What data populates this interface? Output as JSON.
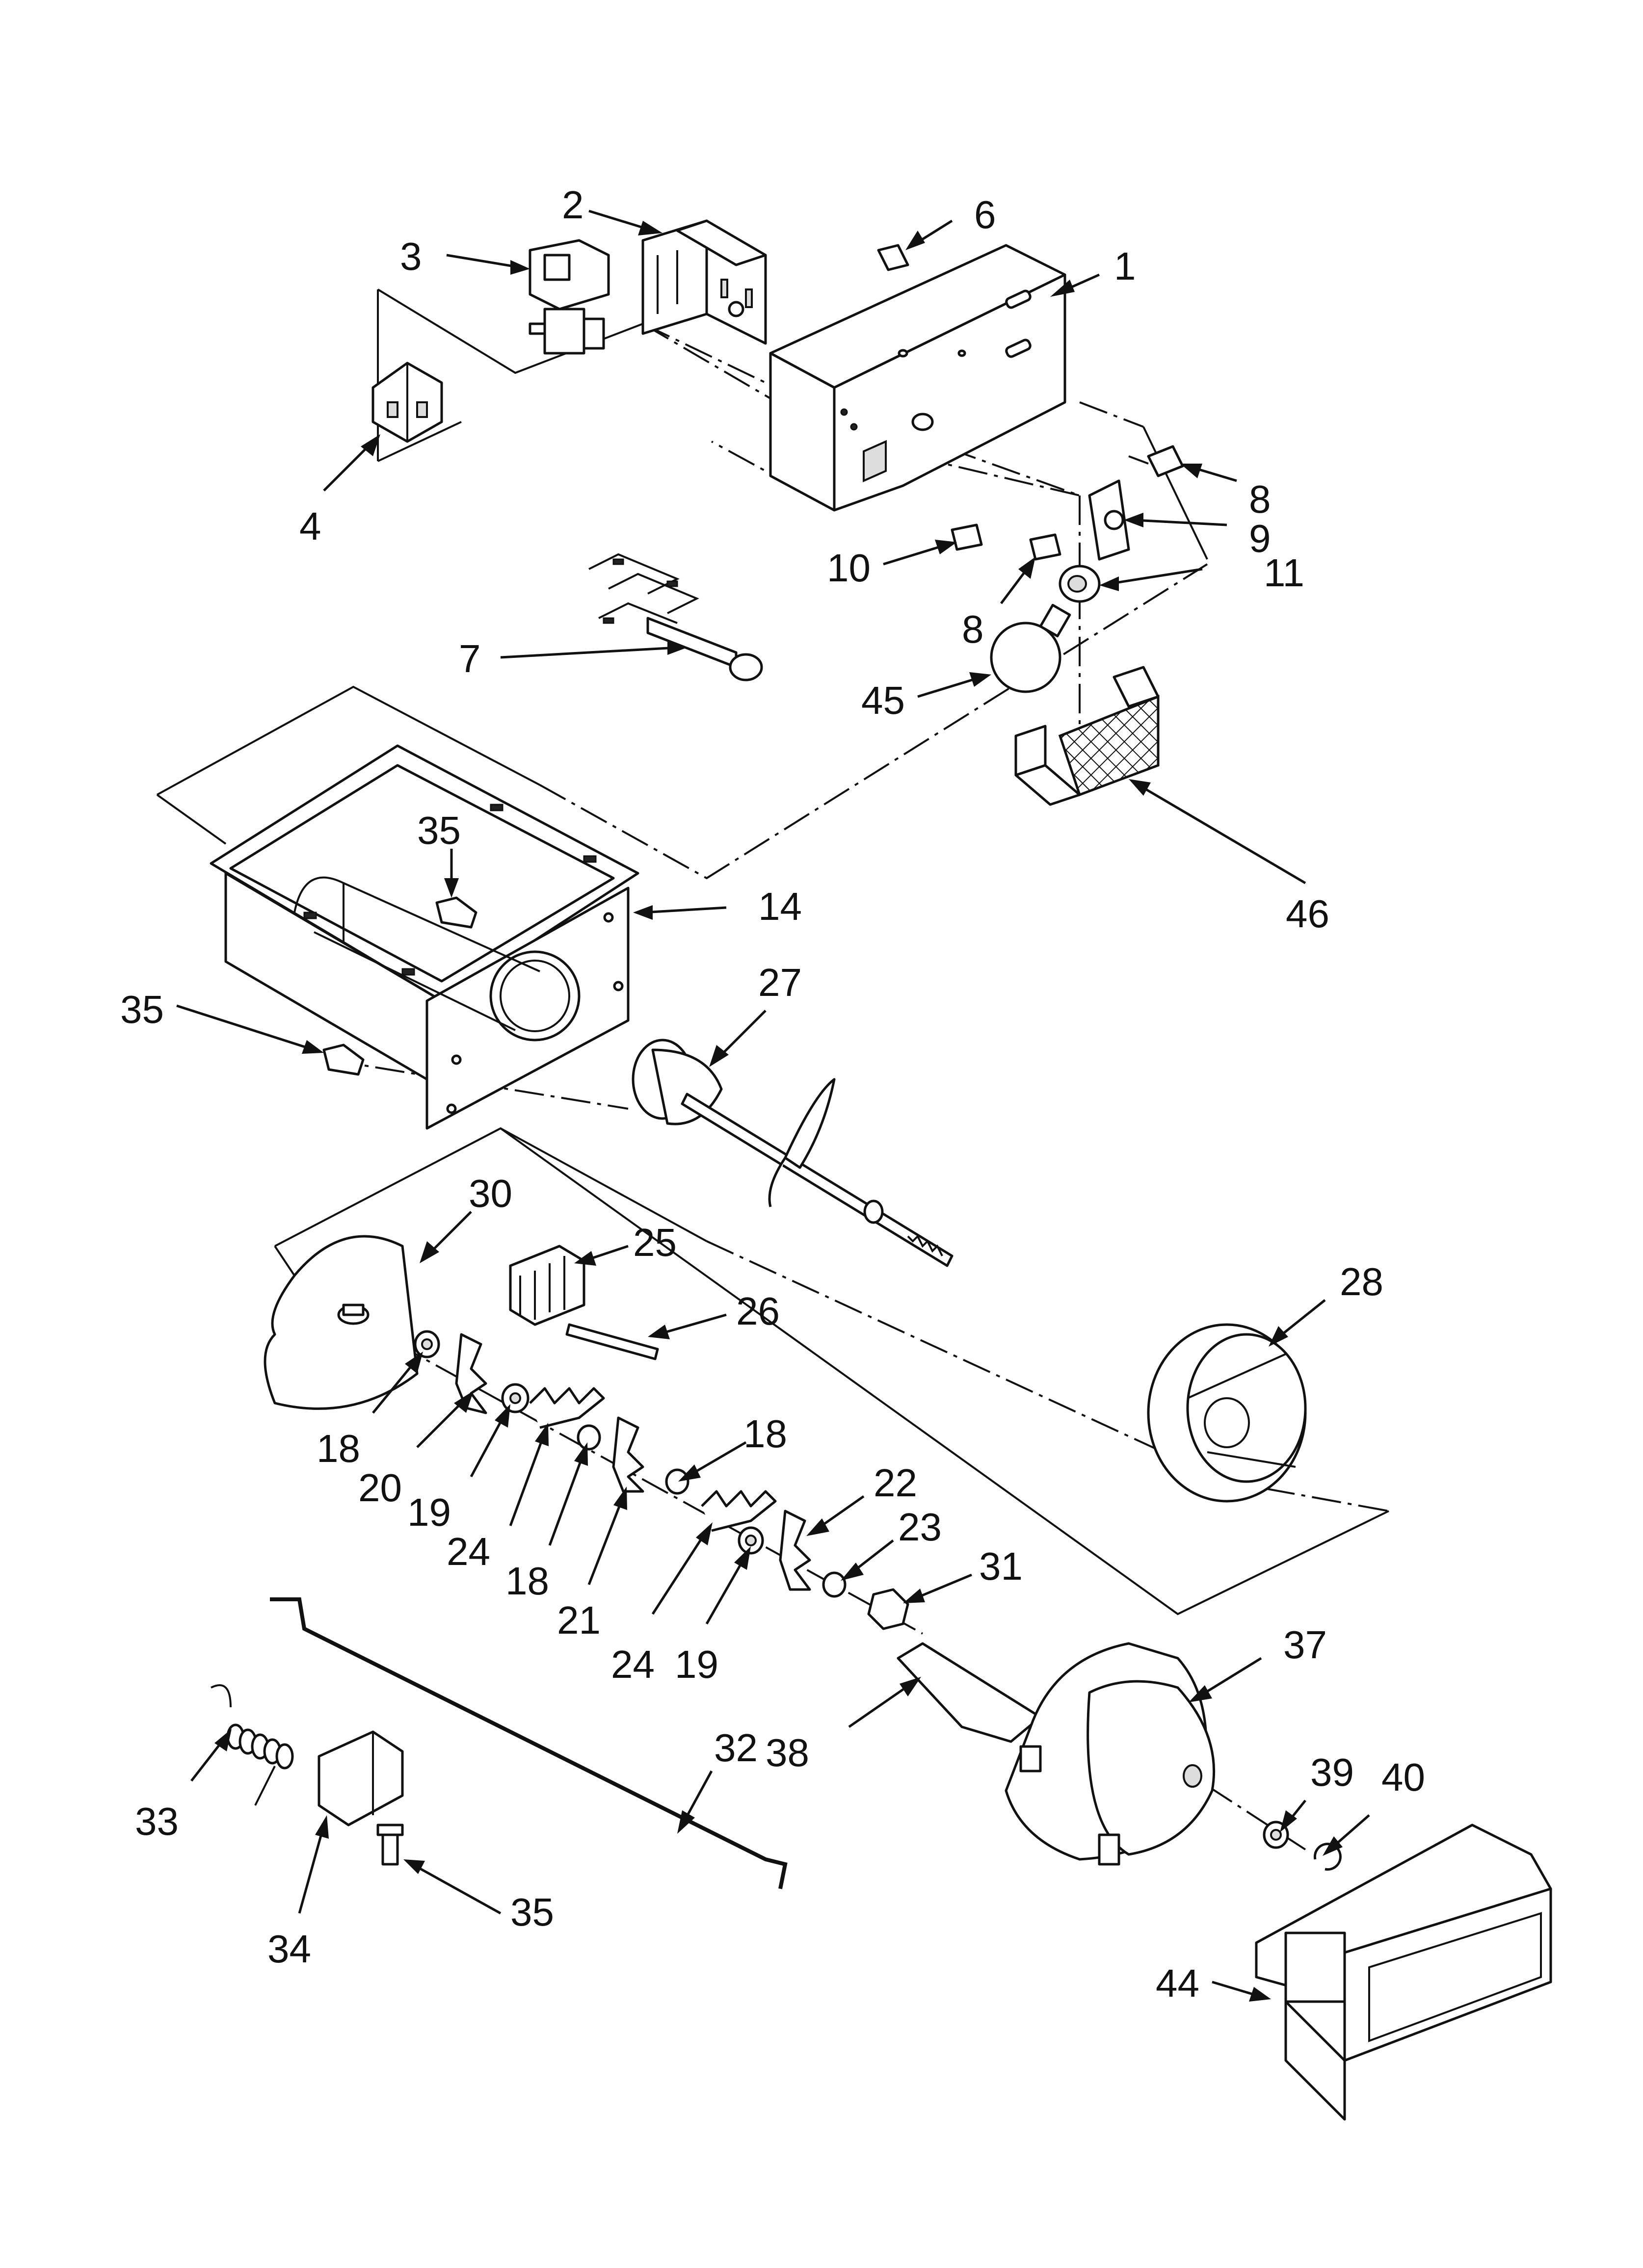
{
  "diagram": {
    "callouts": [
      {
        "id": "c1",
        "text": "1"
      },
      {
        "id": "c2",
        "text": "2"
      },
      {
        "id": "c3",
        "text": "3"
      },
      {
        "id": "c4",
        "text": "4"
      },
      {
        "id": "c6",
        "text": "6"
      },
      {
        "id": "c7",
        "text": "7"
      },
      {
        "id": "c8a",
        "text": "8"
      },
      {
        "id": "c8b",
        "text": "8"
      },
      {
        "id": "c9",
        "text": "9"
      },
      {
        "id": "c10",
        "text": "10"
      },
      {
        "id": "c11",
        "text": "11"
      },
      {
        "id": "c14",
        "text": "14"
      },
      {
        "id": "c18a",
        "text": "18"
      },
      {
        "id": "c18b",
        "text": "18"
      },
      {
        "id": "c18c",
        "text": "18"
      },
      {
        "id": "c19a",
        "text": "19"
      },
      {
        "id": "c19b",
        "text": "19"
      },
      {
        "id": "c20",
        "text": "20"
      },
      {
        "id": "c21",
        "text": "21"
      },
      {
        "id": "c22",
        "text": "22"
      },
      {
        "id": "c23",
        "text": "23"
      },
      {
        "id": "c24a",
        "text": "24"
      },
      {
        "id": "c24b",
        "text": "24"
      },
      {
        "id": "c25",
        "text": "25"
      },
      {
        "id": "c26",
        "text": "26"
      },
      {
        "id": "c27",
        "text": "27"
      },
      {
        "id": "c28",
        "text": "28"
      },
      {
        "id": "c30",
        "text": "30"
      },
      {
        "id": "c31",
        "text": "31"
      },
      {
        "id": "c32",
        "text": "32"
      },
      {
        "id": "c33",
        "text": "33"
      },
      {
        "id": "c34",
        "text": "34"
      },
      {
        "id": "c35a",
        "text": "35"
      },
      {
        "id": "c35b",
        "text": "35"
      },
      {
        "id": "c35c",
        "text": "35"
      },
      {
        "id": "c37",
        "text": "37"
      },
      {
        "id": "c38",
        "text": "38"
      },
      {
        "id": "c39",
        "text": "39"
      },
      {
        "id": "c40",
        "text": "40"
      },
      {
        "id": "c44",
        "text": "44"
      },
      {
        "id": "c45",
        "text": "45"
      },
      {
        "id": "c46",
        "text": "46"
      }
    ]
  }
}
